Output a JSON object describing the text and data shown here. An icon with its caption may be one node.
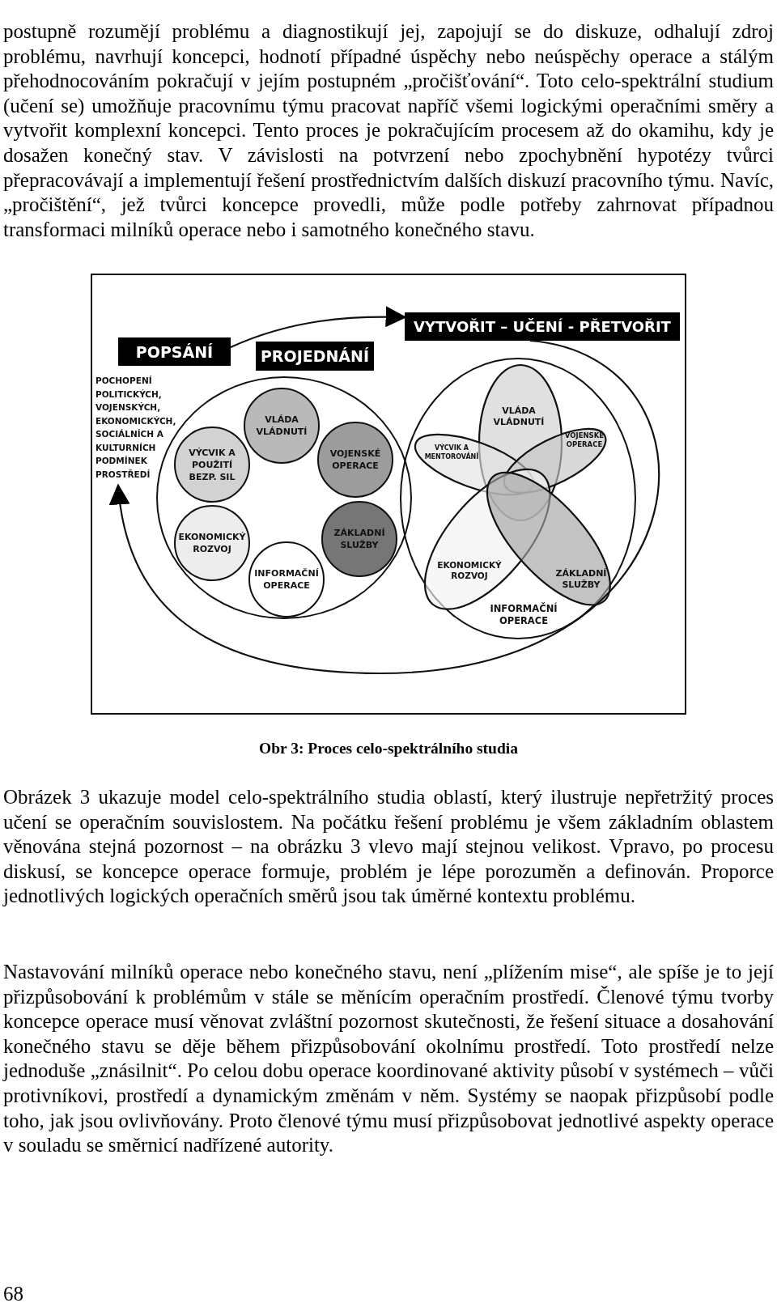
{
  "diagram": {
    "caption": "Obr 3: Proces celo-spektrálního studia",
    "nodes": [
      {
        "text": [
          "POPSÁNÍ"
        ]
      },
      {
        "text": [
          "POCHOPENÍ POLITICKÝCH, VOJENSKÝCH, EKONOMICKÝCH, SOCIÁLNÍCH A KULTURNÍCH PODMÍNEK PROSTŘEDÍ"
        ]
      },
      {
        "text": [
          "PROJEDNÁNÍ"
        ]
      },
      {
        "text": [],
        "shape": "circle"
      },
      {
        "text": [
          "VLÁDA VLÁDNUTÍ"
        ],
        "in": 3
      },
      {
        "text": [
          "VÝCVIK A POUŽITÍ BEZP. SIL"
        ],
        "in": 3
      },
      {
        "text": [
          "VOJENSKÉ OPERACE"
        ],
        "in": 3
      },
      {
        "text": [
          "EKONOMICKÝ ROZVOJ"
        ],
        "in": 3
      },
      {
        "text": [
          "ZÁKLADNÍ SLUŽBY"
        ],
        "in": 3
      },
      {
        "text": [
          "INFORMAČNÍ OPERACE"
        ],
        "in": 3
      },
      {
        "text": [
          "VYTVOŘIT – UČENÍ - PŘETVOŘIT"
        ]
      },
      {
        "text": [
          "INFORMAČNÍ OPERACE"
        ]
      },
      {
        "text": [
          "VLÁDA VLÁDNUTÍ"
        ],
        "in": 11
      },
      {
        "text": [
          "VÝCVIK A MENTOROVÁNÍ"
        ],
        "in": 11
      },
      {
        "text": [
          "VOJENSKÉ OPERACE"
        ],
        "in": 11
      },
      {
        "text": [
          "EKONOMICKÝ ROZVOJ"
        ],
        "in": 11
      },
      {
        "text": [
          "ZÁKLADNÍ SLUŽBY"
        ],
        "in": 11
      }
    ],
    "edges": [
      {
        "from": 0,
        "to": 10,
        "arrow": "to"
      },
      {
        "from": 10,
        "to": 1,
        "arrow": "to"
      }
    ],
    "labels": [
      "postupně rozumějí problému a diagnostikují jej, zapojují se do diskuze, odhalují zdroj problému, navrhují koncepci, hodnotí případné úspěchy nebo neúspěchy operace a stálým přehodnocováním pokračují v jejím postupném „pročišťování“. Toto celo-spektrální studium (učení se) umožňuje pracovnímu týmu pracovat napříč všemi logickými operačními směry a vytvořit komplexní koncepci. Tento proces je pokračujícím procesem až do okamihu, kdy je dosažen konečný stav. V závislosti na potvrzení nebo zpochybnění hypotézy tvůrci přepracovávají a implementují řešení prostřednictvím dalších diskuzí pracovního týmu. Navíc, „pročištění“, jež tvůrci koncepce provedli, může podle potřeby zahrnovat případnou transformaci milníků operace nebo i samotného konečného stavu.",
      "Obrázek 3 ukazuje model celo-spektrálního studia oblastí, který ilustruje nepřetržitý proces učení se operačním souvislostem. Na počátku řešení problému je všem základním oblastem věnována stejná pozornost – na obrázku 3 vlevo mají stejnou velikost. Vpravo, po procesu diskusí, se koncepce operace formuje, problém je lépe porozuměn a definován. Proporce jednotlivých logických operačních směrů jsou tak úměrné kontextu problému.",
      "Nastavování milníků operace nebo konečného stavu, není „plížením mise“, ale spíše je to její přizpůsobování k problémům v stále se měnícím operačním prostředí. Členové týmu tvorby koncepce operace musí věnovat zvláštní pozornost skutečnosti, že řešení situace a dosahování konečného stavu se děje během přizpůsobování okolnímu prostředí. Toto prostředí nelze jednoduše „znásilnit“. Po celou dobu operace koordinované aktivity působí v systémech – vůči protivníkovi, prostředí a dynamickým změnám v něm. Systémy se naopak přizpůsobí podle toho, jak jsou ovlivňovány. Proto členové týmu musí přizpůsobovat jednotlivé aspekty operace v souladu se směrnicí nadřízené autority.",
      "68"
    ]
  }
}
